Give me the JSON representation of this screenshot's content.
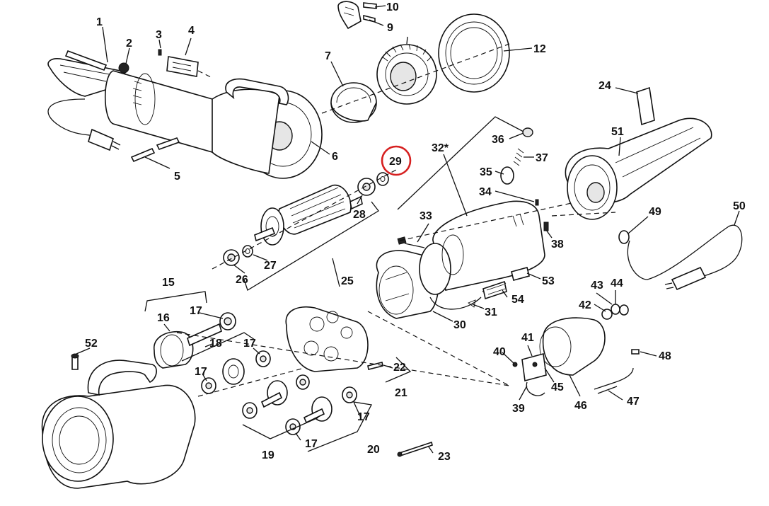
{
  "labels": {
    "p1": "1",
    "p2": "2",
    "p3": "3",
    "p4": "4",
    "p5": "5",
    "p6": "6",
    "p7": "7",
    "p9": "9",
    "p10": "10",
    "p12": "12",
    "p15": "15",
    "p16": "16",
    "p17a": "17",
    "p17b": "17",
    "p17c": "17",
    "p17d": "17",
    "p17e": "17",
    "p18": "18",
    "p19": "19",
    "p20": "20",
    "p21": "21",
    "p22": "22",
    "p23": "23",
    "p24": "24",
    "p25": "25",
    "p26": "26",
    "p27": "27",
    "p28": "28",
    "p29": "29",
    "p30": "30",
    "p31": "31",
    "p32": "32*",
    "p33": "33",
    "p34": "34",
    "p35": "35",
    "p36": "36",
    "p37": "37",
    "p38": "38",
    "p39": "39",
    "p40": "40",
    "p41": "41",
    "p42": "42",
    "p43": "43",
    "p44": "44",
    "p45": "45",
    "p46": "46",
    "p47": "47",
    "p48": "48",
    "p49": "49",
    "p50": "50",
    "p51": "51",
    "p52": "52",
    "p53": "53",
    "p54": "54"
  },
  "highlight": {
    "part": "29",
    "color": "#d62020"
  },
  "colors": {
    "line": "#111111",
    "background": "#ffffff",
    "shade": "#e6e6e6"
  }
}
